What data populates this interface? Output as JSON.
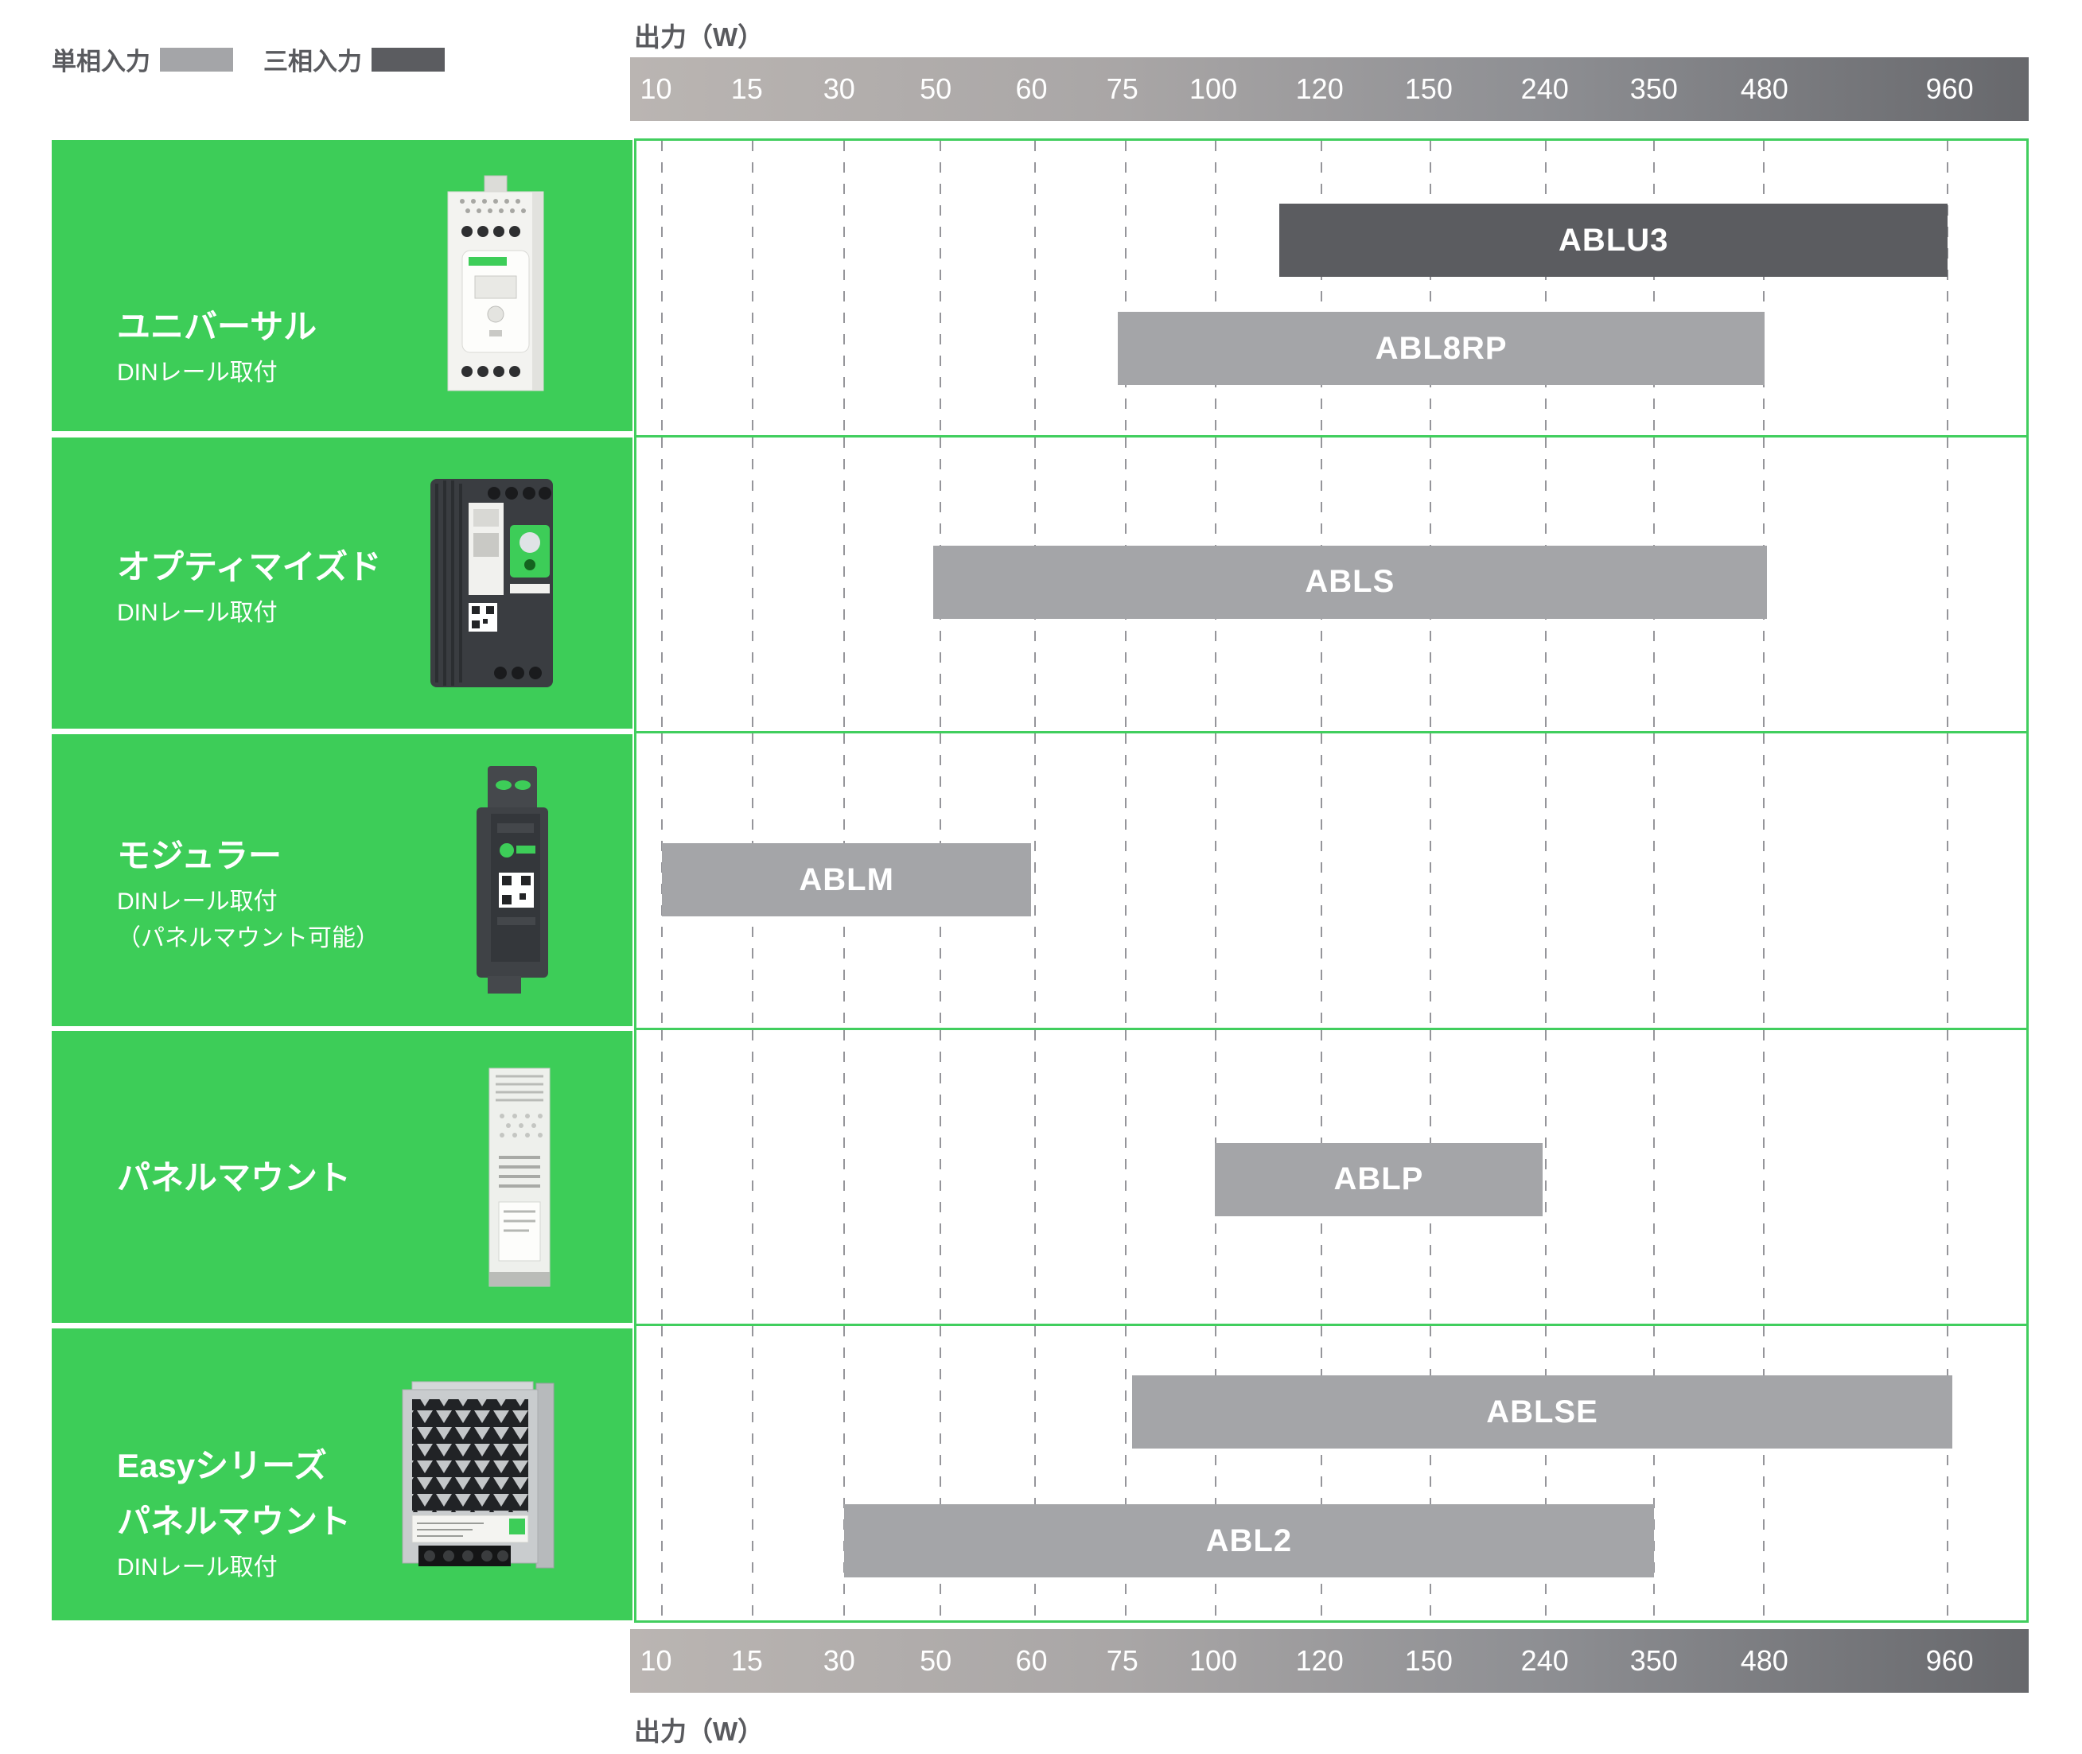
{
  "legend": {
    "single_phase_label": "単相入力",
    "three_phase_label": "三相入力"
  },
  "axis": {
    "title": "出力（W）",
    "ticks": [
      {
        "label": "10",
        "pos": 1.85
      },
      {
        "label": "15",
        "pos": 8.35
      },
      {
        "label": "30",
        "pos": 14.95
      },
      {
        "label": "50",
        "pos": 21.85
      },
      {
        "label": "60",
        "pos": 28.7
      },
      {
        "label": "75",
        "pos": 35.2
      },
      {
        "label": "100",
        "pos": 41.7
      },
      {
        "label": "120",
        "pos": 49.3
      },
      {
        "label": "150",
        "pos": 57.1
      },
      {
        "label": "240",
        "pos": 65.4
      },
      {
        "label": "350",
        "pos": 73.2
      },
      {
        "label": "480",
        "pos": 81.1
      },
      {
        "label": "960",
        "pos": 94.35
      }
    ]
  },
  "colors": {
    "green": "#3dcd58",
    "chart_border": "#41ce5e",
    "single_phase": "#a4a5a8",
    "three_phase": "#5b5c60",
    "text_dark": "#595a5e",
    "grid": "#95959a",
    "axis_gradient_left": "#bab5b2",
    "axis_gradient_right": "#67686c"
  },
  "rows": [
    {
      "id": "universal",
      "titles": [
        "ユニバーサル"
      ],
      "subtitles": [
        "DINレール取付"
      ],
      "text_top": 200,
      "bars": [
        {
          "label": "ABLU3",
          "input": "three_phase",
          "geom": {
            "left": 46.26,
            "width": 48.09,
            "top": 79
          }
        },
        {
          "label": "ABL8RP",
          "input": "single_phase",
          "geom": {
            "left": 34.63,
            "width": 46.55,
            "top": 215
          }
        }
      ]
    },
    {
      "id": "optimized",
      "titles": [
        "オプティマイズド"
      ],
      "subtitles": [
        "DINレール取付"
      ],
      "text_top": 128,
      "bars": [
        {
          "label": "ABLS",
          "input": "single_phase",
          "geom": {
            "left": 21.33,
            "width": 60.01,
            "top": 136
          }
        }
      ]
    },
    {
      "id": "modular",
      "titles": [
        "モジュラー"
      ],
      "subtitles": [
        "DINレール取付",
        "（パネルマウント可能）"
      ],
      "text_top": 118,
      "bars": [
        {
          "label": "ABLM",
          "input": "single_phase",
          "geom": {
            "left": 1.83,
            "width": 26.58,
            "top": 138
          }
        }
      ]
    },
    {
      "id": "panelmount",
      "titles": [
        "パネルマウント"
      ],
      "subtitles": [],
      "text_top": 150,
      "bars": [
        {
          "label": "ABLP",
          "input": "single_phase",
          "geom": {
            "left": 41.59,
            "width": 23.62,
            "top": 142
          }
        }
      ]
    },
    {
      "id": "easy",
      "titles": [
        "Easyシリーズ",
        "パネルマウント"
      ],
      "subtitles": [
        "DINレール取付"
      ],
      "text_top": 138,
      "bars": [
        {
          "label": "ABLSE",
          "input": "single_phase",
          "geom": {
            "left": 35.65,
            "width": 59.04,
            "top": 62
          }
        },
        {
          "label": "ABL2",
          "input": "single_phase",
          "geom": {
            "left": 14.95,
            "width": 58.24,
            "top": 224
          }
        }
      ]
    }
  ],
  "chart_data": {
    "type": "bar",
    "orientation": "horizontal_range",
    "title": "",
    "xlabel": "出力（W）",
    "x_ticks": [
      10,
      15,
      30,
      50,
      60,
      75,
      100,
      120,
      150,
      240,
      350,
      480,
      960
    ],
    "legend": [
      {
        "name": "単相入力",
        "color": "#a4a5a8"
      },
      {
        "name": "三相入力",
        "color": "#5b5c60"
      }
    ],
    "grid": "dashed-vertical",
    "categories": [
      {
        "category": "ユニバーサル（DINレール取付）",
        "series": [
          {
            "name": "ABLU3",
            "input": "三相入力",
            "range_w": [
              120,
              960
            ]
          },
          {
            "name": "ABL8RP",
            "input": "単相入力",
            "range_w": [
              75,
              480
            ]
          }
        ]
      },
      {
        "category": "オプティマイズド（DINレール取付）",
        "series": [
          {
            "name": "ABLS",
            "input": "単相入力",
            "range_w": [
              50,
              480
            ]
          }
        ]
      },
      {
        "category": "モジュラー（DINレール取付・パネルマウント可能）",
        "series": [
          {
            "name": "ABLM",
            "input": "単相入力",
            "range_w": [
              10,
              60
            ]
          }
        ]
      },
      {
        "category": "パネルマウント",
        "series": [
          {
            "name": "ABLP",
            "input": "単相入力",
            "range_w": [
              100,
              240
            ]
          }
        ]
      },
      {
        "category": "Easyシリーズ パネルマウント（DINレール取付）",
        "series": [
          {
            "name": "ABLSE",
            "input": "単相入力",
            "range_w": [
              75,
              960
            ]
          },
          {
            "name": "ABL2",
            "input": "単相入力",
            "range_w": [
              30,
              350
            ]
          }
        ]
      }
    ]
  }
}
